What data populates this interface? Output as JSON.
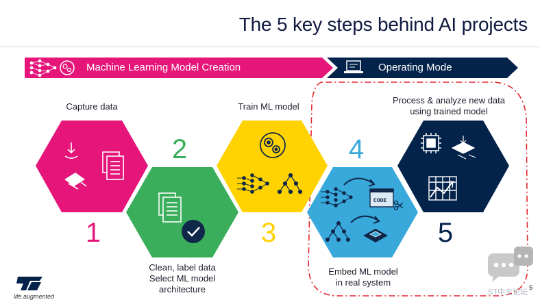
{
  "title": "The 5 key steps behind AI projects",
  "banners": {
    "ml_creation": "Machine Learning Model Creation",
    "operating": "Operating Mode"
  },
  "steps": [
    {
      "number": "1",
      "caption": "Capture data",
      "color": "#e5157a"
    },
    {
      "number": "2",
      "caption_lines": [
        "Clean, label data",
        "Select ML model",
        "architecture"
      ],
      "color": "#3aae5b"
    },
    {
      "number": "3",
      "caption": "Train ML model",
      "color": "#ffd200"
    },
    {
      "number": "4",
      "caption_lines": [
        "Embed ML model",
        "in real system"
      ],
      "color": "#39a9dc"
    },
    {
      "number": "5",
      "caption_lines": [
        "Process & analyze new data",
        "using trained model"
      ],
      "color": "#03234b"
    }
  ],
  "icons": {
    "code_label": "CODE"
  },
  "footer": {
    "tagline": "life.augmented",
    "page_number": "5",
    "watermark": "ST中文论坛"
  }
}
